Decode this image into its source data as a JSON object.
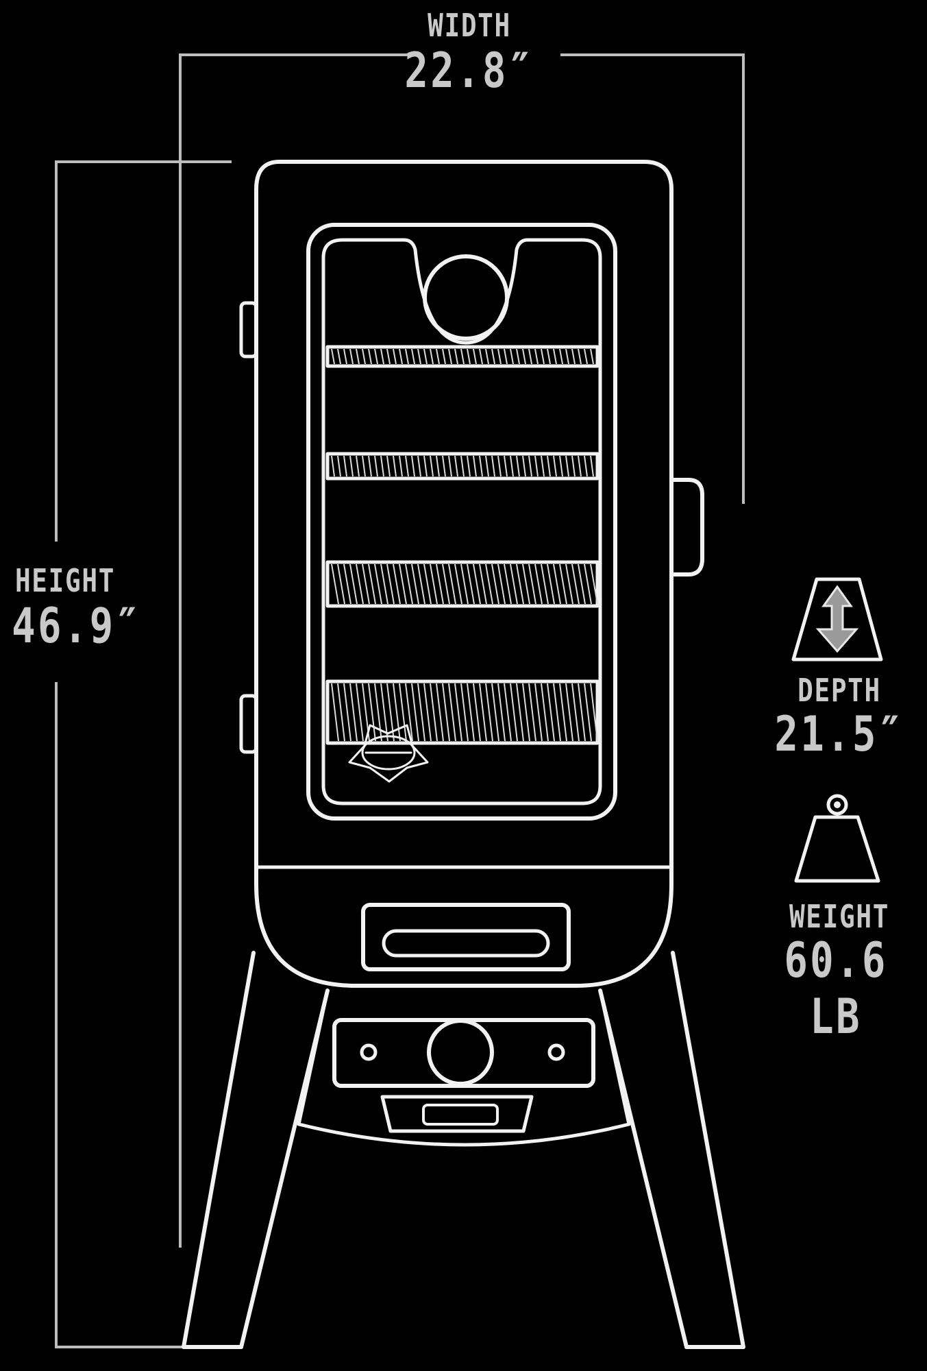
{
  "dimensions": {
    "width": {
      "label": "WIDTH",
      "value": "22.8″"
    },
    "height": {
      "label": "HEIGHT",
      "value": "46.9″"
    },
    "depth": {
      "label": "DEPTH",
      "value": "21.5″"
    },
    "weight": {
      "label": "WEIGHT",
      "value": "60.6 LB"
    }
  },
  "icons": {
    "depth": "depth-arrow-icon",
    "weight": "weight-icon",
    "logo": "brand-logo-badge"
  },
  "colors": {
    "background": "#000000",
    "lines": "#f2f2f2",
    "labels": "#c9c9c9"
  }
}
